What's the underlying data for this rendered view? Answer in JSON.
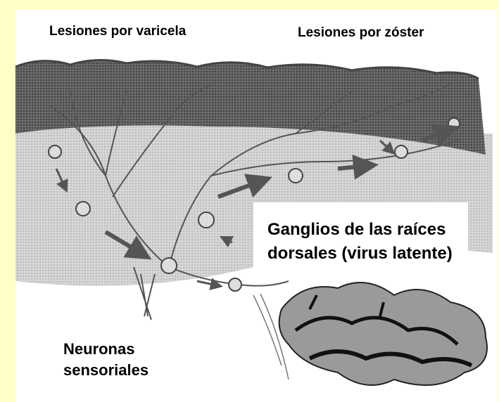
{
  "labels": {
    "varicela": "Lesiones por varicela",
    "zoster": "Lesiones por zóster",
    "ganglios": "Ganglios de las raíces dorsales (virus latente)",
    "neuronas": "Neuronas sensoriales"
  },
  "colors": {
    "background": "#ffffc8",
    "panel": "#ffffff",
    "skin_dark": "#5a5a5a",
    "tissue": "#d8d8d8",
    "arrow": "#555555",
    "spinal": "#9a9a9a"
  }
}
